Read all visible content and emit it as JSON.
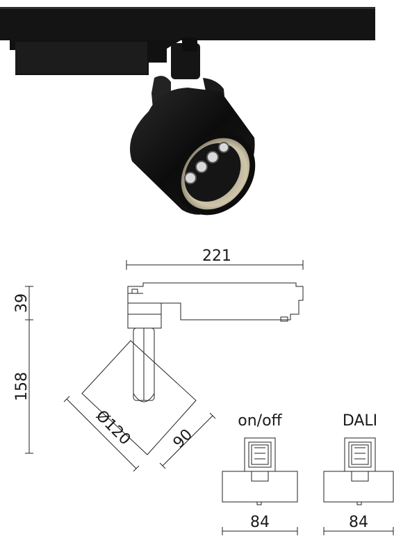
{
  "product_photo": {
    "description_icon": "track-spotlight-icon"
  },
  "drawing": {
    "length": "221",
    "height_top": "39",
    "height_body": "158",
    "diameter": "Ø120",
    "head_depth": "90"
  },
  "variants": [
    {
      "label": "on/off",
      "width": "84"
    },
    {
      "label": "DALI",
      "width": "84"
    }
  ],
  "colors": {
    "fixture": "#121212",
    "reflector": "#c9bfa3",
    "line": "#222222"
  }
}
